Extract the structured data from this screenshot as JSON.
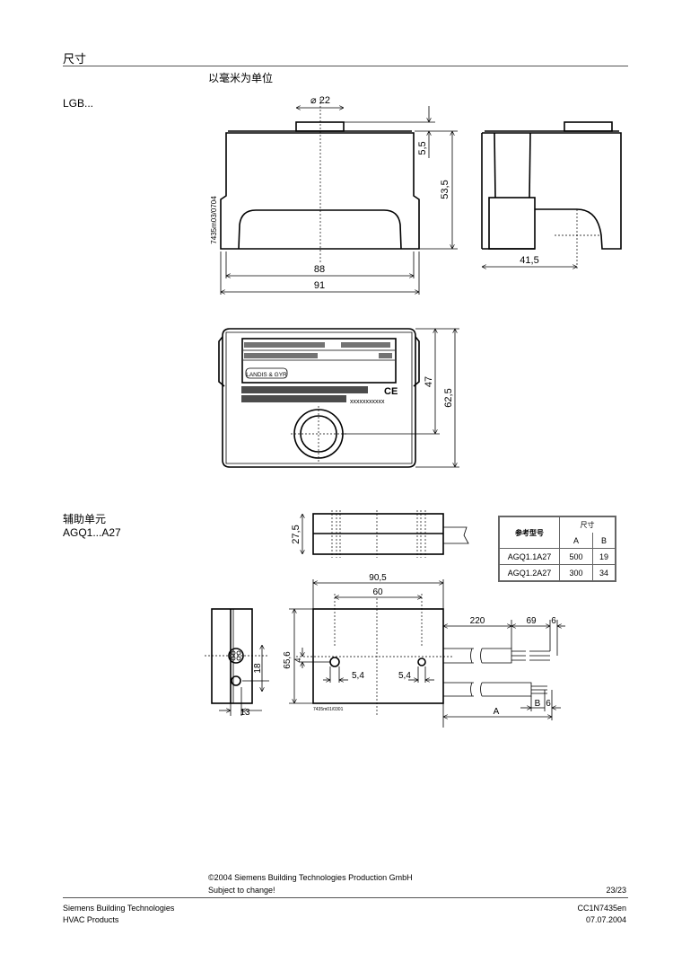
{
  "header": {
    "title": "尺寸",
    "units": "以毫米为单位"
  },
  "lgb": {
    "label": "LGB...",
    "drawing_id": "7435m03/0704",
    "dims": {
      "dia": "⌀ 22",
      "d55": "5,5",
      "d535": "53,5",
      "d88": "88",
      "d91": "91",
      "d415": "41,5",
      "d47": "47",
      "d625": "62,5"
    },
    "brand": "LANDIS & GYR",
    "ce": "CE",
    "serial": "xxxxxxxxxxx"
  },
  "agq": {
    "label_cn": "辅助单元",
    "label": "AGQ1...A27",
    "drawing_id": "7435m01/0301",
    "dims": {
      "d275": "27,5",
      "d905": "90,5",
      "d60": "60",
      "d656": "65,6",
      "d4": "4",
      "d54a": "5,4",
      "d54b": "5,4",
      "d18": "18",
      "d13": "13",
      "d220": "220",
      "d69": "69",
      "d6a": "6",
      "dB": "B",
      "d6b": "6",
      "dA": "A"
    }
  },
  "table": {
    "col_ref": "参考型号",
    "col_dim": "尺寸",
    "col_a": "A",
    "col_b": "B",
    "rows": [
      {
        "model": "AGQ1.1A27",
        "a": "500",
        "b": "19"
      },
      {
        "model": "AGQ1.2A27",
        "a": "300",
        "b": "34"
      }
    ]
  },
  "footer": {
    "copyright": "©2004 Siemens Building Technologies Production GmbH",
    "subject": "Subject to change!",
    "page": "23/23",
    "company": "Siemens Building Technologies",
    "division": "HVAC Products",
    "doc_id": "CC1N7435en",
    "date": "07.07.2004"
  }
}
